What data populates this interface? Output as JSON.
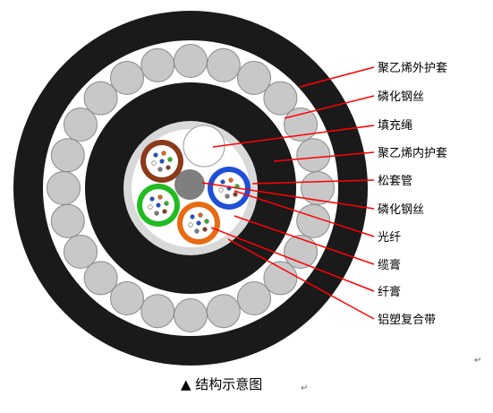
{
  "labels": [
    "聚乙烯外护套",
    "磷化钢丝",
    "填充绳",
    "聚乙烯内护套",
    "松套管",
    "磷化钢丝",
    "光纤",
    "缆膏",
    "纤膏",
    "铝塑复合带"
  ],
  "caption": "▲ 结构示意图",
  "return_mark": "↵",
  "colors": {
    "sheath": "#1a1a1a",
    "wire": "#c8c8c8",
    "leader": "#ff0000",
    "tube_brown": "#8b3a1a",
    "tube_blue": "#1e4fd6",
    "tube_green": "#22bb22",
    "tube_orange": "#e86a12",
    "filler": "#ffffff",
    "core_wire": "#808080"
  }
}
